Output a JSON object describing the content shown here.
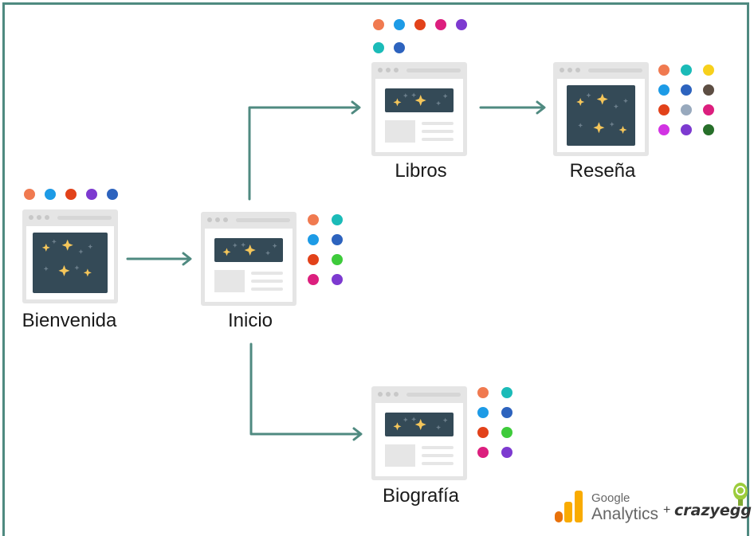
{
  "pages": {
    "bienvenida": {
      "label": "Bienvenida",
      "dots": [
        "#f07a50",
        "#1d9be6",
        "#e2421a",
        "#7d3ad0",
        "#2d63be"
      ]
    },
    "inicio": {
      "label": "Inicio",
      "dots": [
        "#f07a50",
        "#1bbbb8",
        "#1d9be6",
        "#2d63be",
        "#e2421a",
        "#3ecb3b",
        "#dc1f7e",
        "#7d3ad0"
      ]
    },
    "libros": {
      "label": "Libros",
      "dots": [
        "#f07a50",
        "#1d9be6",
        "#e2421a",
        "#dc1f7e",
        "#7d3ad0",
        "#1bbbb8",
        "#2d63be"
      ]
    },
    "resena": {
      "label": "Reseña",
      "dots": [
        "#f07a50",
        "#1bbbb8",
        "#f7d01c",
        "#1d9be6",
        "#2d63be",
        "#5d4e43",
        "#e2421a",
        "#98a9bd",
        "#dc1f7e",
        "#d233e3",
        "#7d3ad0",
        "#276f2a"
      ]
    },
    "biografia": {
      "label": "Biografía",
      "dots": [
        "#f07a50",
        "#1bbbb8",
        "#1d9be6",
        "#2d63be",
        "#e2421a",
        "#3ecb3b",
        "#dc1f7e",
        "#7d3ad0"
      ]
    }
  },
  "colors": {
    "arrow": "#4f8a80",
    "frame": "#4f8a80",
    "hero": "#344a57",
    "star": "#f5c65a"
  },
  "branding": {
    "google": "Google",
    "analytics": "Analytics",
    "plus": "+",
    "crazyegg": "crazyegg"
  }
}
